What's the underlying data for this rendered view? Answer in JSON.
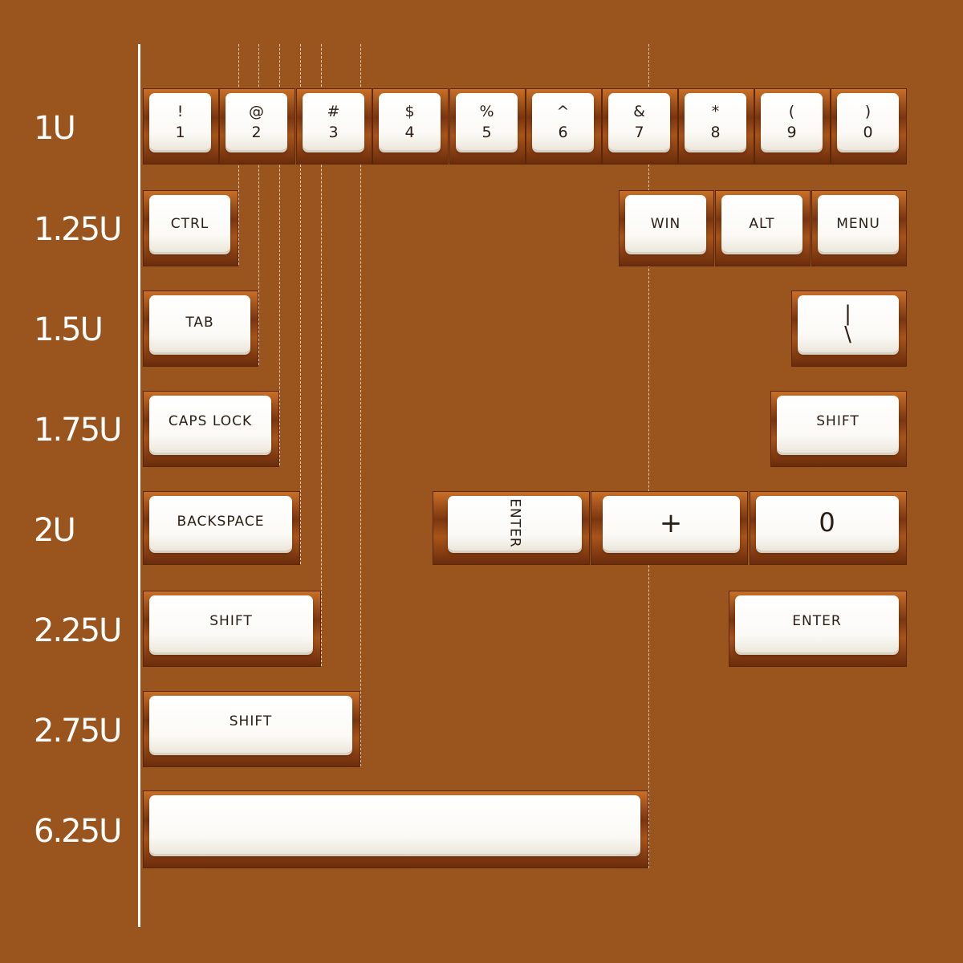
{
  "row_labels": [
    "1U",
    "1.25U",
    "1.5U",
    "1.75U",
    "2U",
    "2.25U",
    "2.75U",
    "6.25U"
  ],
  "row_1u": {
    "keys": [
      {
        "top": "!",
        "bottom": "1"
      },
      {
        "top": "@",
        "bottom": "2"
      },
      {
        "top": "#",
        "bottom": "3"
      },
      {
        "top": "$",
        "bottom": "4"
      },
      {
        "top": "%",
        "bottom": "5"
      },
      {
        "top": "^",
        "bottom": "6"
      },
      {
        "top": "&",
        "bottom": "7"
      },
      {
        "top": "*",
        "bottom": "8"
      },
      {
        "top": "(",
        "bottom": "9"
      },
      {
        "top": ")",
        "bottom": "0"
      }
    ]
  },
  "row_125u": {
    "ctrl": "CTRL",
    "win": "WIN",
    "alt": "ALT",
    "menu": "MENU"
  },
  "row_15u": {
    "tab": "TAB",
    "pipe_top": "|",
    "pipe_bottom": "\\"
  },
  "row_175u": {
    "caps_lock": "CAPS LOCK",
    "shift": "SHIFT"
  },
  "row_2u": {
    "backspace": "BACKSPACE",
    "enter_vertical": "ENTER",
    "plus": "+",
    "zero": "0"
  },
  "row_225u": {
    "shift": "SHIFT",
    "enter": "ENTER"
  },
  "row_275u": {
    "shift": "SHIFT"
  },
  "row_625u": {
    "space": ""
  },
  "colors": {
    "background": "#9a541d",
    "keycap": "#ffffff",
    "legend": "#2a1d14"
  }
}
